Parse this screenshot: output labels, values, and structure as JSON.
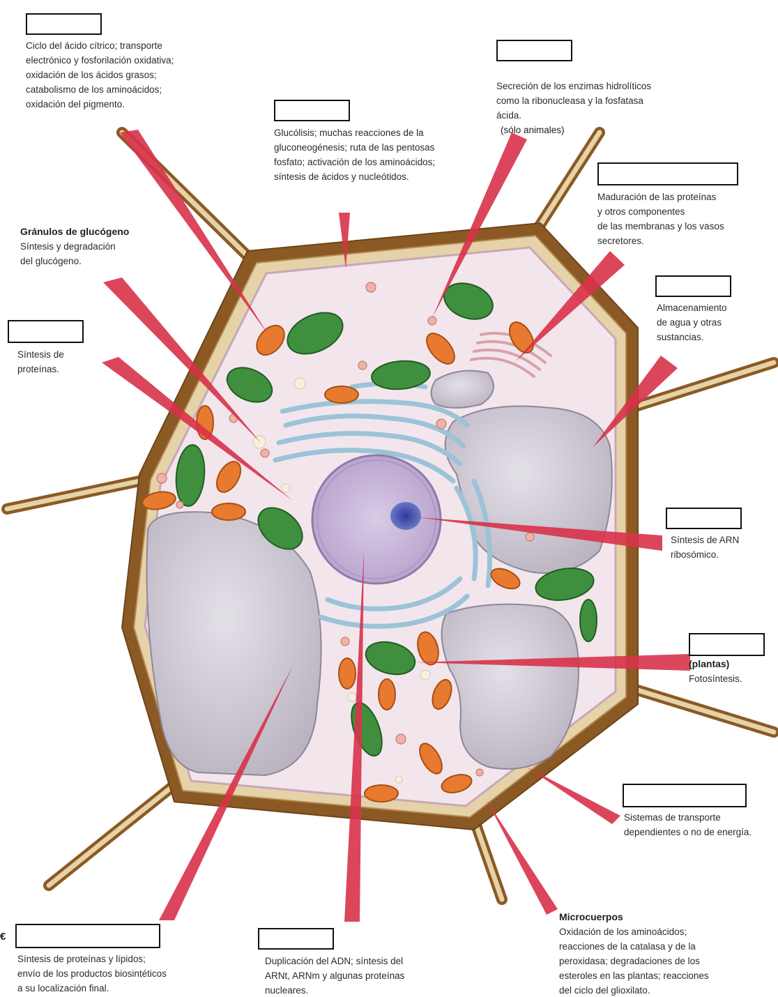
{
  "colors": {
    "wall_dark": "#8b5a24",
    "wall_light": "#e6d2a8",
    "cytoplasm": "#f2e6ec",
    "vacuole": "#cdc8d2",
    "pointer": "#d8324a",
    "chloroplast": "#3f8f3f",
    "mitochondrion": "#e77a2e",
    "nucleus": "#c9b8d8",
    "nucleolus": "#3a4aa8",
    "er": "#9cc3d8"
  },
  "labels": {
    "mitochondria_desc": "Ciclo del ácido cítrico; transporte\nelectrónico y fosforilación oxidativa;\noxidación de los ácidos grasos;\ncatabolismo de los aminoácidos;\noxidación del pigmento.",
    "cytosol_desc": "Glucólisis; muchas reacciones de la\ngluconeogénesis; ruta de las pentosas\nfosfato; activación de los aminoácidos;\nsíntesis de ácidos y nucleótidos.",
    "lysosome_desc": "Secreción de los enzimas hidrolíticos\ncomo la ribonucleasa y la fosfatasa\nácida.",
    "lysosome_note": "(sólo animales)",
    "golgi_desc": "Maduración de las proteínas\ny otros componentes\nde las membranas y los vasos\nsecretores.",
    "vacuole_desc": "Almacenamiento\nde agua y otras\nsustancias.",
    "glycogen_title": "Gránulos de glucógeno",
    "glycogen_desc": "Síntesis y degradación\ndel glucógeno.",
    "ribosome_desc": "Síntesis de\nproteínas.",
    "nucleolus_desc": "Síntesis de ARN\nribosómico.",
    "chloroplast_hint": "(plantas)",
    "chloroplast_desc": "Fotosíntesis.",
    "membrane_desc": "Sistemas de transporte\ndependientes o no de energía.",
    "microbody_title": "Microcuerpos",
    "microbody_desc": "Oxidación de los aminoácidos;\nreacciones de la catalasa y de la\nperoxidasa; degradaciones de los\nesteroles en las plantas; reacciones\ndel ciclo del glioxilato.",
    "er_desc": "Síntesis de proteínas y lípidos;\nenvío de los productos biosintéticos\na su localización final.",
    "nucleus_desc": "Duplicación del ADN; síntesis del\nARNt, ARNm y algunas proteínas\nnucleares.",
    "stray_char": "€"
  }
}
